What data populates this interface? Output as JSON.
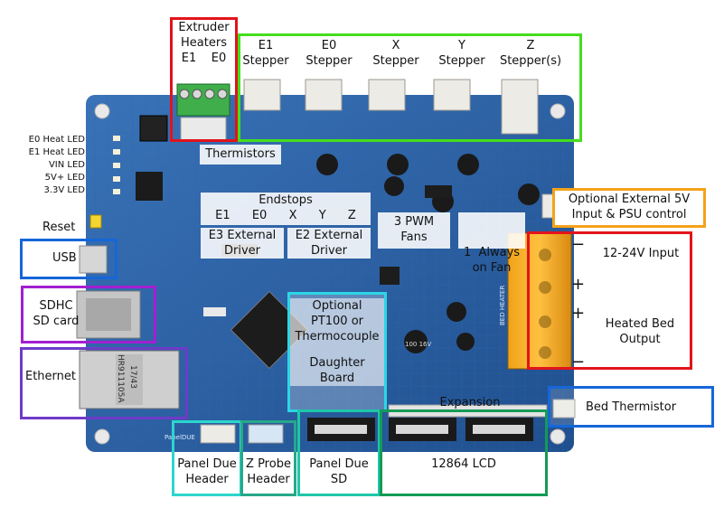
{
  "colors": {
    "board": "#2a5fa3",
    "red": "#e3131b",
    "green": "#44de1c",
    "orange": "#f4a21a",
    "blue": "#1666d8",
    "purple": "#a31fd1",
    "violet": "#6e3bc9",
    "cyan": "#2cd6e6",
    "teal": "#27a88a",
    "darkgreen": "#159a55"
  },
  "labels": {
    "extruder_heaters": [
      "Extruder",
      "Heaters"
    ],
    "e1_e0": "E1    E0",
    "steppers": [
      {
        "top": "E1",
        "bottom": "Stepper"
      },
      {
        "top": "E0",
        "bottom": "Stepper"
      },
      {
        "top": "X",
        "bottom": "Stepper"
      },
      {
        "top": "Y",
        "bottom": "Stepper"
      },
      {
        "top": "Z",
        "bottom": "Stepper(s)"
      }
    ],
    "leds": [
      "E0 Heat LED",
      "E1 Heat LED",
      "VIN LED",
      "5V+ LED",
      "3.3V LED"
    ],
    "thermistors": "Thermistors",
    "endstops": "Endstops",
    "endstop_axes": [
      "E1",
      "E0",
      "X",
      "Y",
      "Z"
    ],
    "e3_driver": [
      "E3 External",
      "Driver"
    ],
    "e2_driver": [
      "E2 External",
      "Driver"
    ],
    "pwm_fans": [
      "3 PWM",
      "Fans"
    ],
    "always_fan": [
      "1  Always",
      "on Fan"
    ],
    "ext5v": [
      "Optional External 5V",
      "Input & PSU control"
    ],
    "reset": "Reset",
    "usb": "USB",
    "sdhc": [
      "SDHC",
      "SD card"
    ],
    "ethernet": "Ethernet",
    "power_input": "12-24V Input",
    "heated_bed": [
      "Heated Bed",
      "Output"
    ],
    "pt100": [
      "Optional",
      "PT100 or",
      "Thermocouple",
      "",
      "Daughter",
      "Board"
    ],
    "expansion": "Expansion",
    "bed_thermistor": "Bed Thermistor",
    "panel_due_header": [
      "Panel Due",
      "Header"
    ],
    "z_probe_header": [
      "Z Probe",
      "Header"
    ],
    "panel_due_sd": [
      "Panel Due",
      "SD"
    ],
    "lcd": "12864 LCD",
    "signs": [
      "−",
      "+",
      "+",
      "−"
    ],
    "board_texts": {
      "chip_1": "HR911105A",
      "chip_2": "17/43",
      "cap_1": "100 16V",
      "silk_bed_heat": "BED HEATER",
      "silk_paneldue": "PanelDUE"
    }
  }
}
